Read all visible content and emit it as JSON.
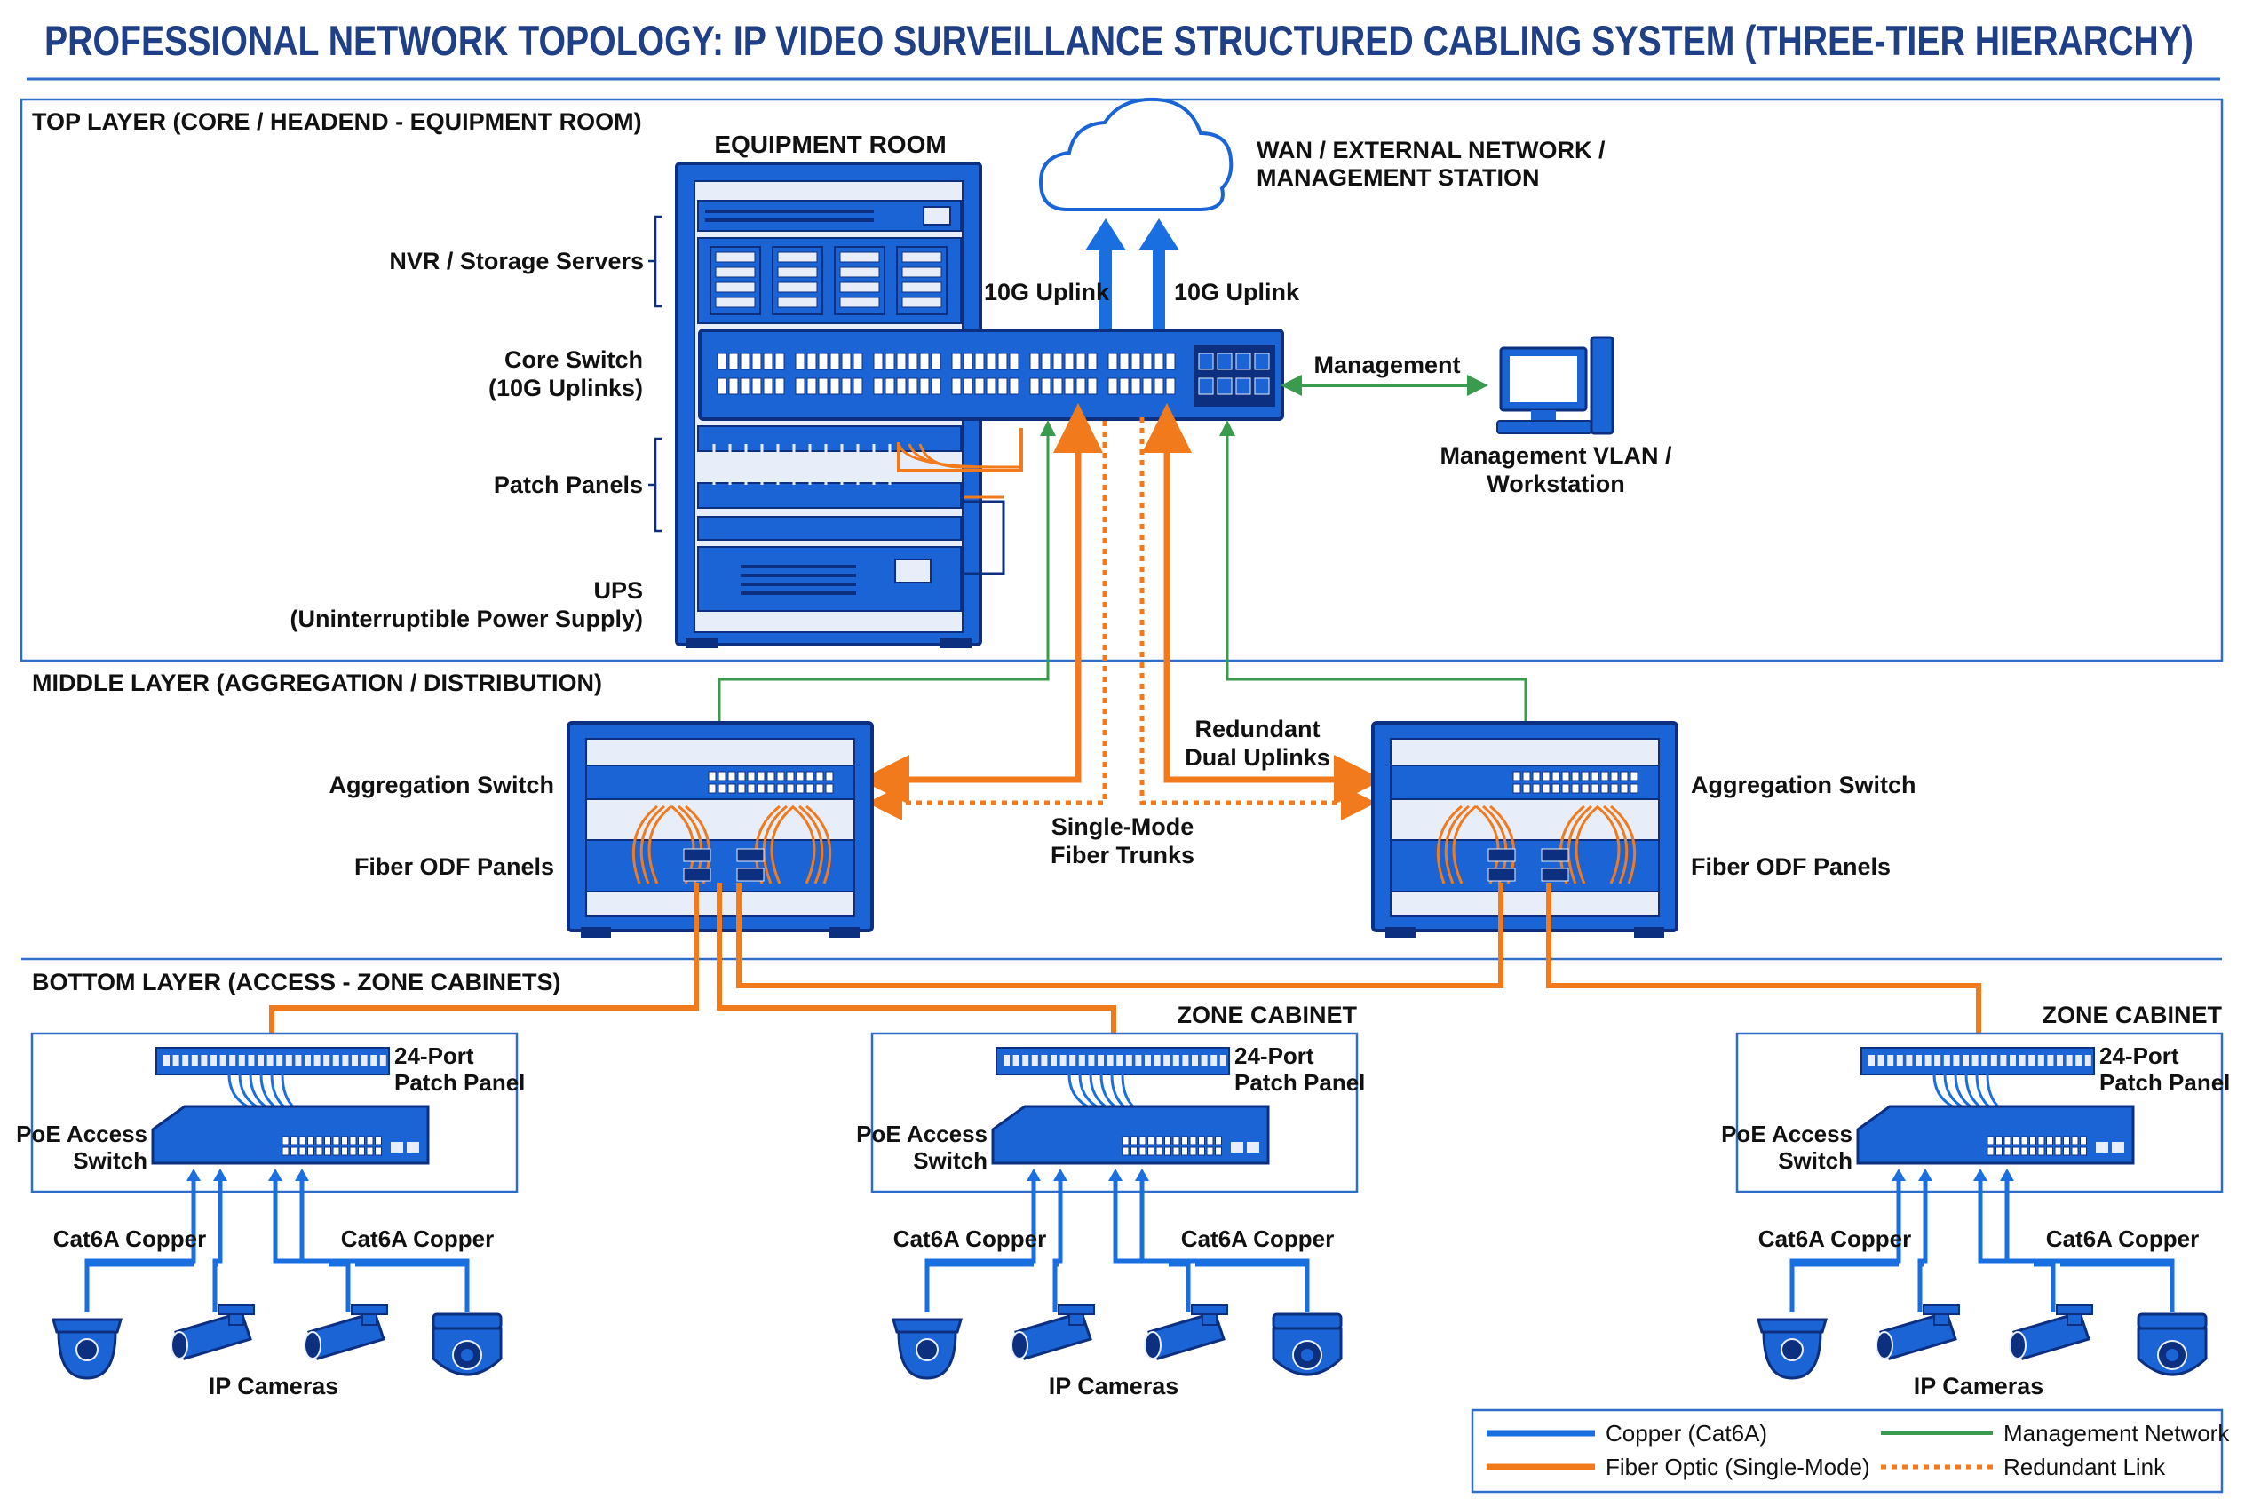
{
  "title": "PROFESSIONAL NETWORK TOPOLOGY: IP VIDEO SURVEILLANCE STRUCTURED CABLING SYSTEM (THREE-TIER HIERARCHY)",
  "colors": {
    "title": "#1f3f86",
    "border": "#2f6ec8",
    "copper": "#1a6fe0",
    "fiber": "#f07a1c",
    "management": "#3a9a4e",
    "device": "#1a64d6",
    "device_dark": "#0d2f80"
  },
  "layers": {
    "top": "TOP LAYER (CORE / HEADEND - EQUIPMENT ROOM)",
    "middle": "MIDDLE LAYER (AGGREGATION / DISTRIBUTION)",
    "bottom": "BOTTOM LAYER (ACCESS - ZONE CABINETS)"
  },
  "top": {
    "equipment_room": "EQUIPMENT ROOM",
    "nvr": "NVR / Storage Servers",
    "core_switch": [
      "Core Switch",
      "(10G Uplinks)"
    ],
    "patch_panels": "Patch Panels",
    "ups": [
      "UPS",
      "(Uninterruptible Power Supply)"
    ],
    "wan": [
      "WAN / EXTERNAL NETWORK /",
      "MANAGEMENT STATION"
    ],
    "uplink_left": "10G Uplink",
    "uplink_right": "10G Uplink",
    "management": "Management",
    "workstation": [
      "Management VLAN /",
      "Workstation"
    ]
  },
  "middle": {
    "agg_left": "Aggregation Switch",
    "odf_left": "Fiber ODF Panels",
    "agg_right": "Aggregation Switch",
    "odf_right": "Fiber ODF Panels",
    "redundant": [
      "Redundant",
      "Dual Uplinks"
    ],
    "trunks": [
      "Single-Mode",
      "Fiber Trunks"
    ]
  },
  "zones": [
    {
      "header": "",
      "patch": [
        "24-Port",
        "Patch Panel"
      ],
      "poe": [
        "PoE Access",
        "Switch"
      ],
      "copper_left": "Cat6A Copper",
      "copper_right": "Cat6A Copper",
      "cameras": "IP Cameras"
    },
    {
      "header": "ZONE CABINET",
      "patch": [
        "24-Port",
        "Patch Panel"
      ],
      "poe": [
        "PoE Access",
        "Switch"
      ],
      "copper_left": "Cat6A Copper",
      "copper_right": "Cat6A Copper",
      "cameras": "IP Cameras"
    },
    {
      "header": "ZONE CABINET",
      "patch": [
        "24-Port",
        "Patch Panel"
      ],
      "poe": [
        "PoE Access",
        "Switch"
      ],
      "copper_left": "Cat6A Copper",
      "copper_right": "Cat6A Copper",
      "cameras": "IP Cameras"
    }
  ],
  "legend": {
    "copper": "Copper (Cat6A)",
    "fiber": "Fiber Optic (Single-Mode)",
    "management": "Management Network",
    "redundant": "Redundant Link"
  }
}
